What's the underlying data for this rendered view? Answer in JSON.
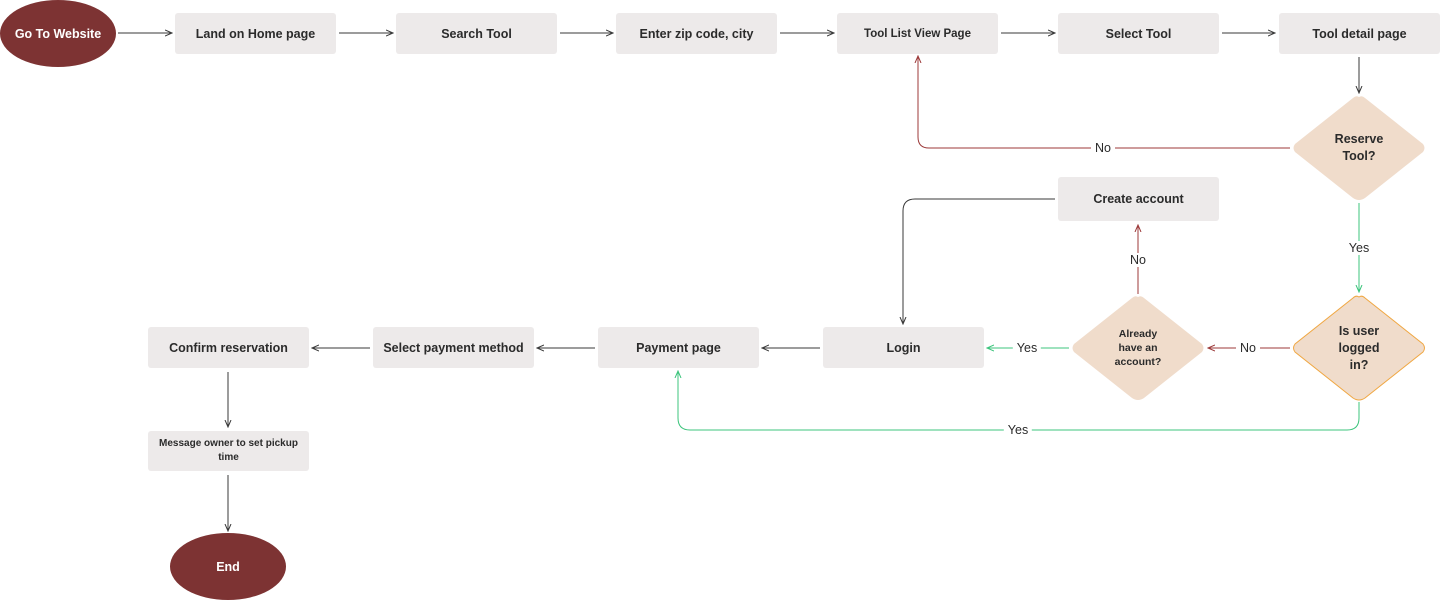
{
  "nodes": {
    "go_to_website": "Go To Website",
    "land_home": "Land on Home page",
    "search_tool": "Search Tool",
    "enter_zip": "Enter zip code, city",
    "tool_list": "Tool List View Page",
    "select_tool": "Select Tool",
    "tool_detail": "Tool detail page",
    "reserve_tool": "Reserve Tool?",
    "create_account": "Create account",
    "logged_in": "Is user logged in?",
    "already_account": "Already have an account?",
    "login": "Login",
    "payment_page": "Payment page",
    "select_payment": "Select payment method",
    "confirm_reservation": "Confirm reservation",
    "message_owner": "Message owner to set pickup time",
    "end": "End"
  },
  "edge_labels": {
    "reserve_no": "No",
    "reserve_yes": "Yes",
    "logged_no": "No",
    "account_no": "No",
    "account_yes": "Yes",
    "logged_yes": "Yes"
  },
  "colors": {
    "node_fill": "#edeaea",
    "terminal_fill": "#7d3333",
    "decision_fill": "#f0dccb",
    "decision_border_highlight": "#f0a742",
    "arrow_default": "#3a3a3a",
    "arrow_no": "#9c3a3a",
    "arrow_yes": "#3cc47c"
  }
}
